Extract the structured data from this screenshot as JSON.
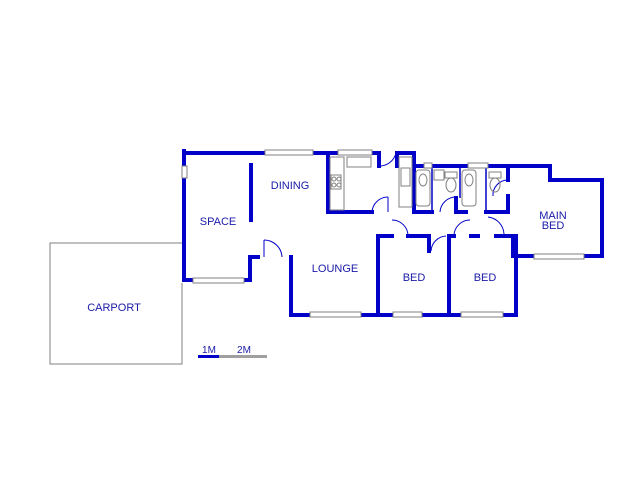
{
  "floorplan": {
    "colors": {
      "wall": "#0000c8",
      "thin_line": "#808080",
      "window": "#808080",
      "label": "#1a1aa8",
      "background": "#ffffff"
    },
    "rooms": {
      "space": "SPACE",
      "dining": "DINING",
      "lounge": "LOUNGE",
      "bed_1": "BED",
      "bed_2": "BED",
      "main_bed_line1": "MAIN",
      "main_bed_line2": "BED",
      "carport": "CARPORT"
    },
    "scale": {
      "label_1": "1M",
      "label_2": "2M"
    }
  }
}
